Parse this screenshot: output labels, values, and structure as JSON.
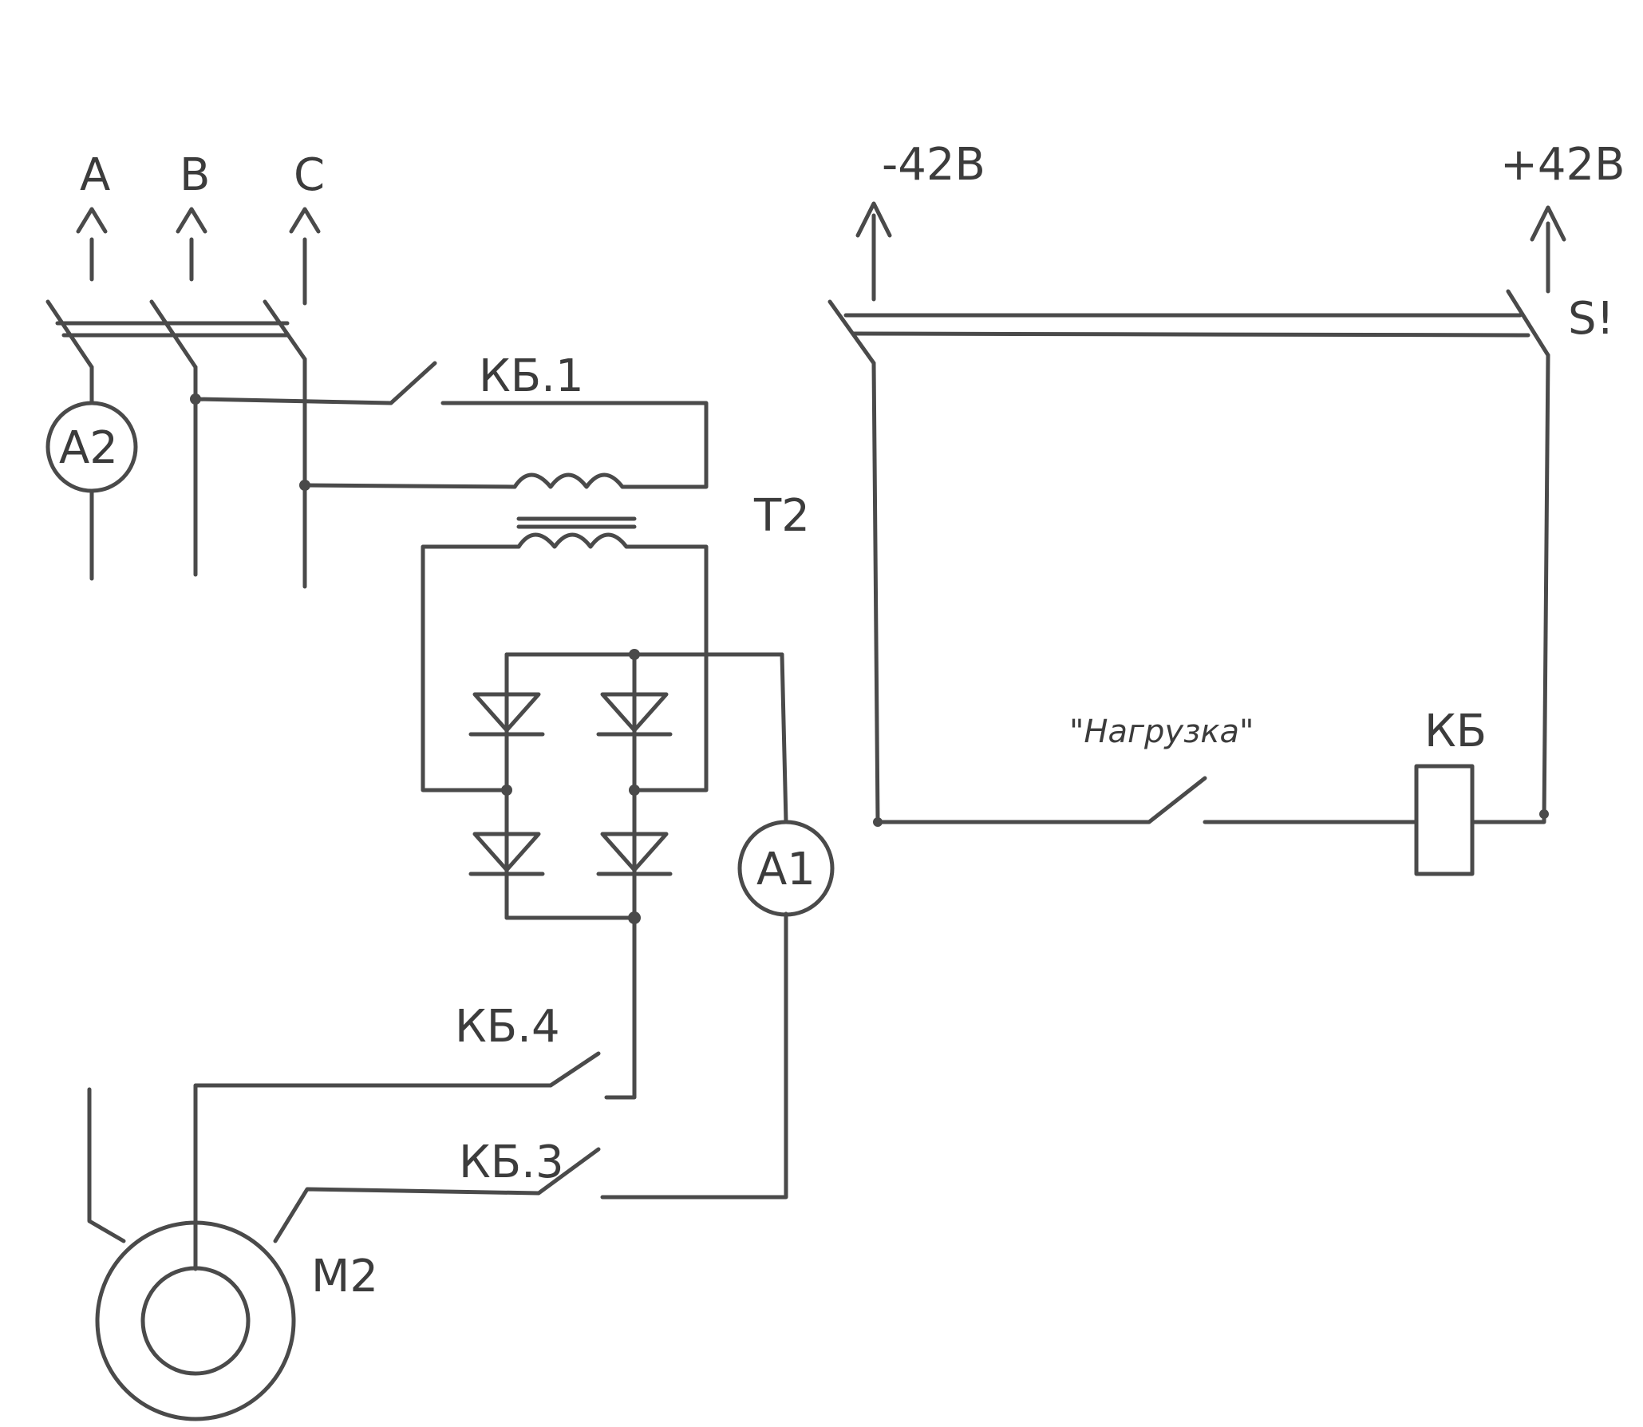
{
  "labels": {
    "phase_a": "A",
    "phase_b": "B",
    "phase_c": "C",
    "ammeter_2": "A2",
    "contact_kb1": "КБ.1",
    "transformer": "T2",
    "ammeter_1": "A1",
    "contact_kb4": "КБ.4",
    "contact_kb3": "КБ.3",
    "motor": "M2",
    "supply_minus": "-42В",
    "supply_plus": "+42В",
    "switch_s": "S!",
    "load_button": "\"Нагрузка\"",
    "relay_coil": "КБ"
  }
}
